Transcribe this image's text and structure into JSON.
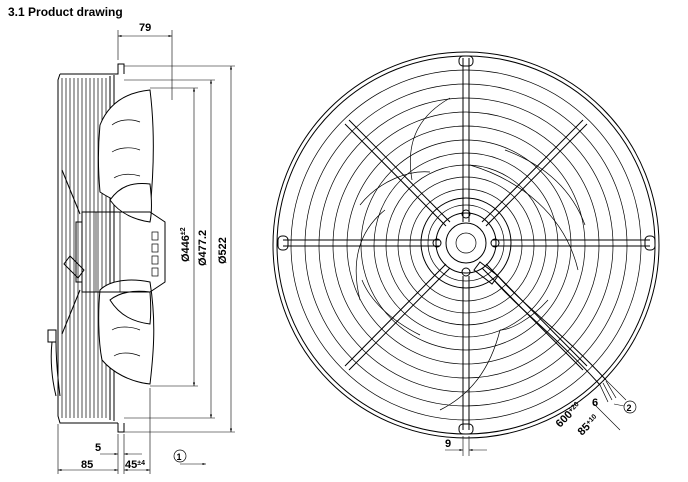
{
  "title": "3.1 Product drawing",
  "side_view": {
    "dim_top": "79",
    "dim_d1": "Ø446",
    "dim_d1_tol": "±2",
    "dim_d2": "Ø477.2",
    "dim_d3": "Ø522",
    "dim_bottom_1": "5",
    "dim_bottom_2": "85",
    "dim_bottom_3": "45",
    "dim_bottom_3_tol": "±4",
    "callout_1": "1"
  },
  "front_view": {
    "dim_bottom": "9",
    "dim_cable_len": "600",
    "dim_cable_len_tol": "+20",
    "dim_cable_strip": "85",
    "dim_cable_strip_tol": "+10",
    "dim_cable_end": "6",
    "callout_2": "2"
  }
}
